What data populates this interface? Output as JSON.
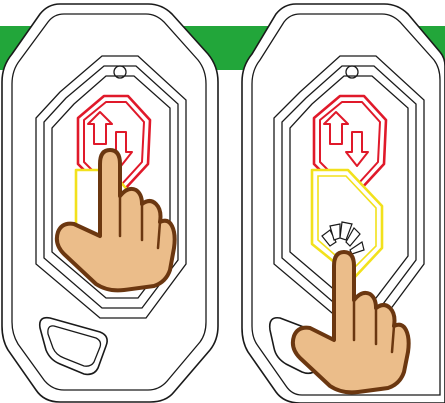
{
  "colors": {
    "background": "#ffffff",
    "band": "#22a63a",
    "outline": "#1a1a1a",
    "up_button": "#e0192a",
    "down_button": "#f2e11c",
    "hand_fill": "#ebbd8a",
    "hand_outline": "#6b3710",
    "shading": "#bdbdbd"
  },
  "panels": [
    {
      "id": "left",
      "finger_on": "up-button"
    },
    {
      "id": "right",
      "finger_on": "down-button"
    }
  ],
  "icons": [
    "up-down-arrows-icon",
    "radiating-lines-icon",
    "hand-pointer-icon"
  ]
}
